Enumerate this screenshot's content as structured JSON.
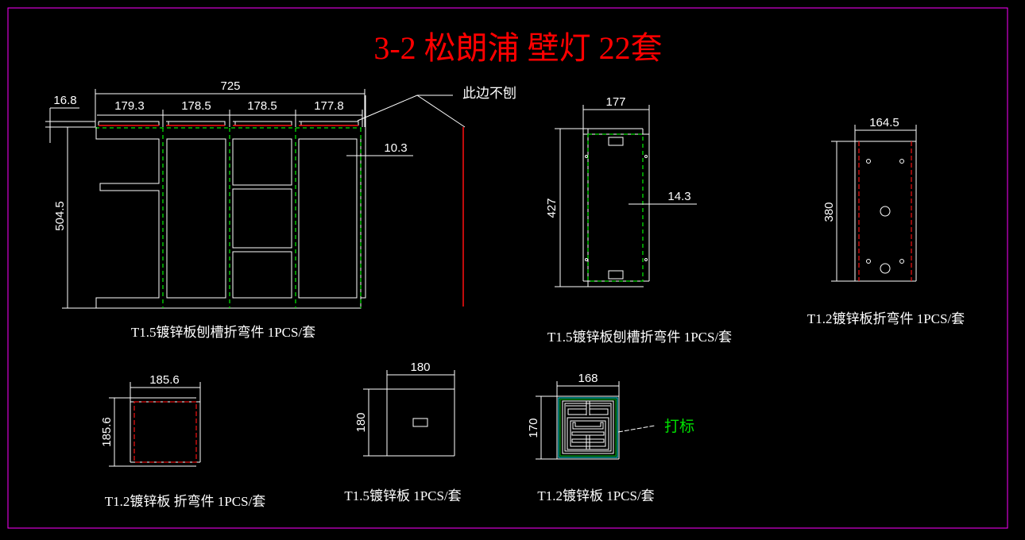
{
  "title": "3-2 松朗浦 壁灯 22套",
  "colors": {
    "title": "#ff0000",
    "border": "#ff00ff",
    "fold": "#00e000",
    "cut": "#ff1010",
    "mark": "#00e000"
  },
  "parts": [
    {
      "dims": {
        "total_width": "725",
        "seg1": "179.3",
        "seg2": "178.5",
        "seg3": "178.5",
        "seg4": "177.8",
        "top": "16.8",
        "height": "504.5",
        "side": "10.3"
      },
      "note": "此边不刨",
      "label": "T1.5镀锌板刨槽折弯件 1PCS/套"
    },
    {
      "dims": {
        "width": "177",
        "height": "427",
        "side": "14.3"
      },
      "label": "T1.5镀锌板刨槽折弯件 1PCS/套"
    },
    {
      "dims": {
        "width": "164.5",
        "height": "380"
      },
      "label": "T1.2镀锌板折弯件 1PCS/套"
    },
    {
      "dims": {
        "width": "185.6",
        "height": "185.6"
      },
      "label": "T1.2镀锌板 折弯件 1PCS/套"
    },
    {
      "dims": {
        "width": "180",
        "height": "180"
      },
      "label": "T1.5镀锌板 1PCS/套"
    },
    {
      "dims": {
        "width": "168",
        "height": "170"
      },
      "note": "打标",
      "label": "T1.2镀锌板 1PCS/套"
    }
  ]
}
